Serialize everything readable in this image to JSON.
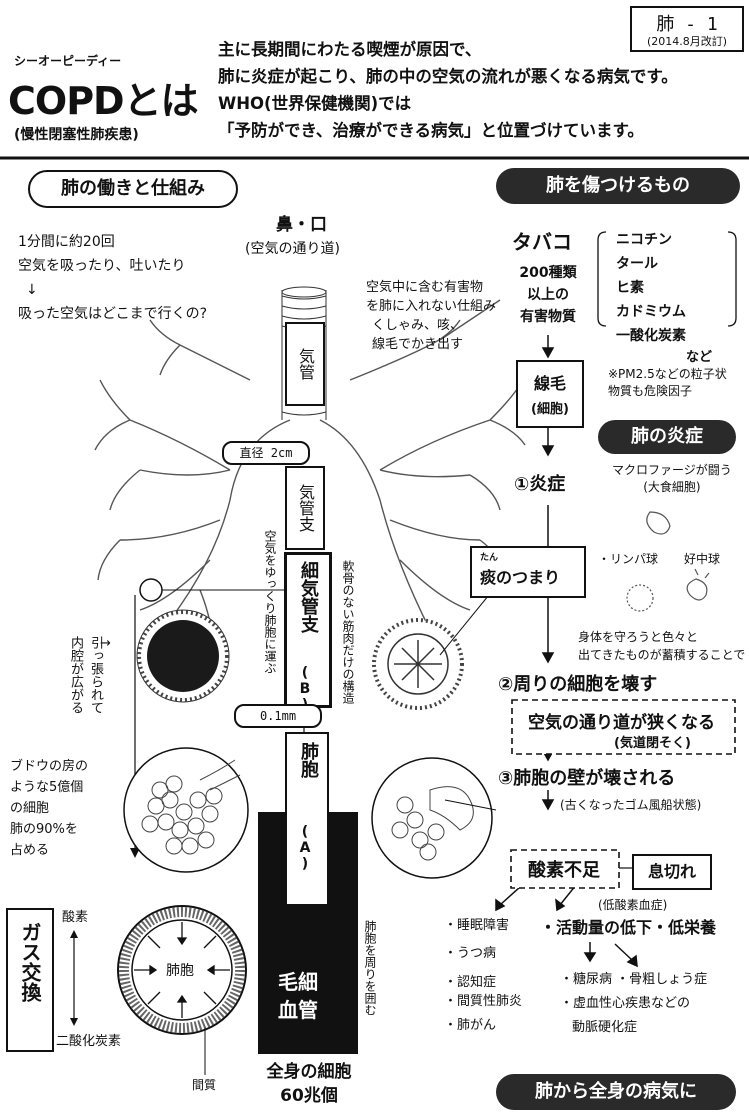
{
  "header": {
    "doc_id": "肺 - 1",
    "revised": "(2014.8月改訂)",
    "reading": "シーオーピーディー",
    "title": "COPDとは",
    "subtitle": "(慢性閉塞性肺疾患)",
    "desc": [
      "主に長期間にわたる喫煙が原因で、",
      "肺に炎症が起こり、肺の中の空気の流れが悪くなる病気です。",
      "WHO(世界保健機関)では",
      "「予防ができ、治療ができる病気」と位置づけています。"
    ]
  },
  "left": {
    "section_title": "肺の働きと仕組み",
    "breath": [
      "1分間に約20回",
      "空気を吸ったり、吐いたり",
      "↓",
      "吸った空気はどこまで行くの?"
    ],
    "nose_mouth": "鼻・口",
    "airway": "(空気の通り道)",
    "trachea": "気管",
    "trachea_diam": "直径 2cm",
    "bronchus": "気管支",
    "slow_air": "空気をゆっくり肺胞に運ぶ",
    "bronchiole": "細気管支",
    "bronchiole_b": "(B)",
    "bronchiole_diam": "0.1mm",
    "muscle": "軟骨のない筋肉だけの構造",
    "pulled": "引っ張られて",
    "pulled_arrow": "→",
    "lumen": "内腔が広がる",
    "grapes": [
      "ブドウの房の",
      "ような5億個",
      "の細胞",
      "肺の90%を",
      "占める"
    ],
    "alveolus": "肺胞",
    "alveolus_a": "(A)",
    "surround": "肺胞を周りを囲む",
    "capillary": [
      "毛細",
      "血管"
    ],
    "gas_exchange": "ガス交換",
    "oxygen": "酸素",
    "co2": "二酸化炭素",
    "alveolus_label": "肺胞",
    "interstitium": "間質",
    "body_cells": [
      "全身の細胞",
      "60兆個"
    ]
  },
  "right": {
    "damage_title": "肺を傷つけるもの",
    "harmful_mech": [
      "空気中に含む有害物",
      "を肺に入れない仕組み",
      "くしゃみ、咳、",
      "線毛でかき出す"
    ],
    "tobacco": "タバコ",
    "tobacco_sub": [
      "200種類",
      "以上の",
      "有害物質"
    ],
    "substances": [
      "ニコチン",
      "タール",
      "ヒ素",
      "カドミウム",
      "一酸化炭素"
    ],
    "etc": "など",
    "pm_note": [
      "※PM2.5などの粒子状",
      "物質も危険因子"
    ],
    "cilia": [
      "線毛",
      "(細胞)"
    ],
    "inflam_title": "肺の炎症",
    "macro": [
      "マクロファージが闘う",
      "(大食細胞)"
    ],
    "lymph": "・リンパ球",
    "neutro": "好中球",
    "step1": "①炎症",
    "tan_ruby": "たん",
    "phlegm": "痰のつまり",
    "accum": [
      "身体を守ろうと色々と",
      "出てきたものが蓄積することで"
    ],
    "step2": "②周りの細胞を壊す",
    "narrow": "空気の通り道が狭くなる",
    "obstruct": "(気道閉そく)",
    "step3": "③肺胞の壁が壊される",
    "balloon": "(古くなったゴム風船状態)",
    "hypoxia": "酸素不足",
    "breathless": "息切れ",
    "hypox_label": "(低酸素血症)",
    "complications": [
      "・睡眠障害",
      "・うつ病",
      "・認知症",
      "・間質性肺炎",
      "・肺がん"
    ],
    "activity": "・活動量の低下・低栄養",
    "diseases": [
      "・糖尿病",
      "・骨粗しょう症",
      "・虚血性心疾患などの",
      "動脈硬化症"
    ],
    "footer": "肺から全身の病気に"
  }
}
